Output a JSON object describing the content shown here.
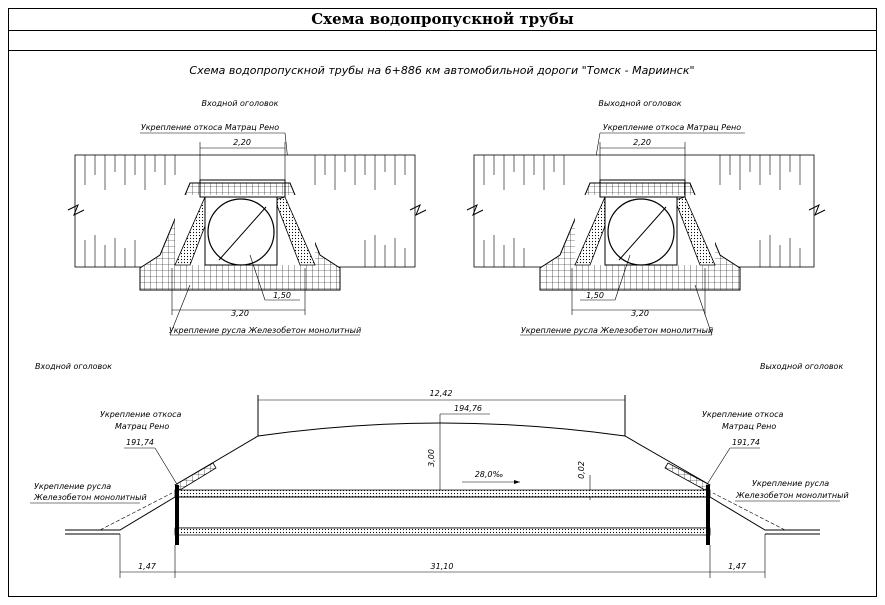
{
  "page_title": "Схема водопропускной трубы",
  "drawing_title": "Схема водопропускной трубы на 6+886 км автомобильной дороги \"Томск - Мариинск\"",
  "plan_left": {
    "heading": "Входной оголовок",
    "slope_label": "Укрепление откоса Матрац Рено",
    "top_dim": "2,20",
    "diameter": "1,50",
    "bottom_dim": "3,20",
    "channel_label": "Укрепление русла Железобетон монолитный"
  },
  "plan_right": {
    "heading": "Выходной оголовок",
    "slope_label": "Укрепление откоса Матрац Рено",
    "top_dim": "2,20",
    "diameter": "1,50",
    "bottom_dim": "3,20",
    "channel_label": "Укрепление русла Железобетон монолитный"
  },
  "profile": {
    "left_heading": "Входной оголовок",
    "right_heading": "Выходной оголовок",
    "left_slope_label_1": "Укрепление откоса",
    "left_slope_label_2": "Матрац Рено",
    "left_elev": "191,74",
    "right_slope_label_1": "Укрепление откоса",
    "right_slope_label_2": "Матрац Рено",
    "right_elev": "191,74",
    "left_channel_1": "Укрепление русла",
    "left_channel_2": "Железобетон монолитный",
    "right_channel_1": "Укрепление русла",
    "right_channel_2": "Железобетон монолитный",
    "top_width": "12,42",
    "crest_elev": "194,76",
    "fill_height": "3,00",
    "slope": "28,0‰",
    "drop": "0,02",
    "left_apron": "1,47",
    "pipe_length": "31,10",
    "right_apron": "1,47"
  }
}
